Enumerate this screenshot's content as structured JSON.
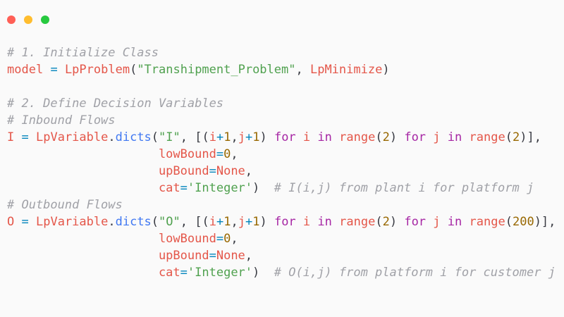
{
  "window": {
    "buttons": [
      {
        "name": "close",
        "color": "#ff5f56"
      },
      {
        "name": "minimize",
        "color": "#ffbd2e"
      },
      {
        "name": "maximize",
        "color": "#27c93f"
      }
    ]
  },
  "code": {
    "lines": [
      [
        [
          "comment",
          "# 1. Initialize Class"
        ]
      ],
      [
        [
          "var",
          "model"
        ],
        [
          "punc",
          " "
        ],
        [
          "op",
          "="
        ],
        [
          "punc",
          " "
        ],
        [
          "var",
          "LpProblem"
        ],
        [
          "punc",
          "("
        ],
        [
          "str",
          "\"Transhipment_Problem\""
        ],
        [
          "punc",
          ", "
        ],
        [
          "var",
          "LpMinimize"
        ],
        [
          "punc",
          ")"
        ]
      ],
      [],
      [
        [
          "comment",
          "# 2. Define Decision Variables"
        ]
      ],
      [
        [
          "comment",
          "# Inbound Flows"
        ]
      ],
      [
        [
          "var",
          "I"
        ],
        [
          "punc",
          " "
        ],
        [
          "op",
          "="
        ],
        [
          "punc",
          " "
        ],
        [
          "var",
          "LpVariable"
        ],
        [
          "punc",
          "."
        ],
        [
          "fn",
          "dicts"
        ],
        [
          "punc",
          "("
        ],
        [
          "str",
          "\"I\""
        ],
        [
          "punc",
          ", [("
        ],
        [
          "var",
          "i"
        ],
        [
          "op",
          "+"
        ],
        [
          "num",
          "1"
        ],
        [
          "punc",
          ","
        ],
        [
          "var",
          "j"
        ],
        [
          "op",
          "+"
        ],
        [
          "num",
          "1"
        ],
        [
          "punc",
          ") "
        ],
        [
          "kw",
          "for"
        ],
        [
          "punc",
          " "
        ],
        [
          "var",
          "i"
        ],
        [
          "punc",
          " "
        ],
        [
          "kw",
          "in"
        ],
        [
          "punc",
          " "
        ],
        [
          "var",
          "range"
        ],
        [
          "punc",
          "("
        ],
        [
          "num",
          "2"
        ],
        [
          "punc",
          ") "
        ],
        [
          "kw",
          "for"
        ],
        [
          "punc",
          " "
        ],
        [
          "var",
          "j"
        ],
        [
          "punc",
          " "
        ],
        [
          "kw",
          "in"
        ],
        [
          "punc",
          " "
        ],
        [
          "var",
          "range"
        ],
        [
          "punc",
          "("
        ],
        [
          "num",
          "2"
        ],
        [
          "punc",
          ")],"
        ]
      ],
      [
        [
          "punc",
          "                     "
        ],
        [
          "var",
          "lowBound"
        ],
        [
          "op",
          "="
        ],
        [
          "num",
          "0"
        ],
        [
          "punc",
          ","
        ]
      ],
      [
        [
          "punc",
          "                     "
        ],
        [
          "var",
          "upBound"
        ],
        [
          "op",
          "="
        ],
        [
          "var",
          "None"
        ],
        [
          "punc",
          ","
        ]
      ],
      [
        [
          "punc",
          "                     "
        ],
        [
          "var",
          "cat"
        ],
        [
          "op",
          "="
        ],
        [
          "str",
          "'Integer'"
        ],
        [
          "punc",
          ")  "
        ],
        [
          "comment",
          "# I(i,j) from plant i for platform j"
        ]
      ],
      [
        [
          "comment",
          "# Outbound Flows"
        ]
      ],
      [
        [
          "var",
          "O"
        ],
        [
          "punc",
          " "
        ],
        [
          "op",
          "="
        ],
        [
          "punc",
          " "
        ],
        [
          "var",
          "LpVariable"
        ],
        [
          "punc",
          "."
        ],
        [
          "fn",
          "dicts"
        ],
        [
          "punc",
          "("
        ],
        [
          "str",
          "\"O\""
        ],
        [
          "punc",
          ", [("
        ],
        [
          "var",
          "i"
        ],
        [
          "op",
          "+"
        ],
        [
          "num",
          "1"
        ],
        [
          "punc",
          ","
        ],
        [
          "var",
          "j"
        ],
        [
          "op",
          "+"
        ],
        [
          "num",
          "1"
        ],
        [
          "punc",
          ") "
        ],
        [
          "kw",
          "for"
        ],
        [
          "punc",
          " "
        ],
        [
          "var",
          "i"
        ],
        [
          "punc",
          " "
        ],
        [
          "kw",
          "in"
        ],
        [
          "punc",
          " "
        ],
        [
          "var",
          "range"
        ],
        [
          "punc",
          "("
        ],
        [
          "num",
          "2"
        ],
        [
          "punc",
          ") "
        ],
        [
          "kw",
          "for"
        ],
        [
          "punc",
          " "
        ],
        [
          "var",
          "j"
        ],
        [
          "punc",
          " "
        ],
        [
          "kw",
          "in"
        ],
        [
          "punc",
          " "
        ],
        [
          "var",
          "range"
        ],
        [
          "punc",
          "("
        ],
        [
          "num",
          "200"
        ],
        [
          "punc",
          ")],"
        ]
      ],
      [
        [
          "punc",
          "                     "
        ],
        [
          "var",
          "lowBound"
        ],
        [
          "op",
          "="
        ],
        [
          "num",
          "0"
        ],
        [
          "punc",
          ","
        ]
      ],
      [
        [
          "punc",
          "                     "
        ],
        [
          "var",
          "upBound"
        ],
        [
          "op",
          "="
        ],
        [
          "var",
          "None"
        ],
        [
          "punc",
          ","
        ]
      ],
      [
        [
          "punc",
          "                     "
        ],
        [
          "var",
          "cat"
        ],
        [
          "op",
          "="
        ],
        [
          "str",
          "'Integer'"
        ],
        [
          "punc",
          ")  "
        ],
        [
          "comment",
          "# O(i,j) from platform i for customer j"
        ]
      ]
    ]
  }
}
